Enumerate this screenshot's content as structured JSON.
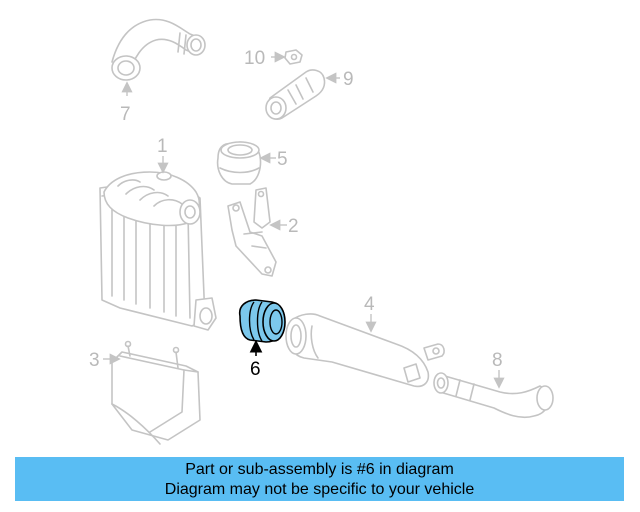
{
  "callouts": [
    "1",
    "2",
    "3",
    "4",
    "5",
    "6",
    "7",
    "8",
    "9",
    "10"
  ],
  "highlighted_part": "6",
  "highlight_color": "#7cc8ec",
  "banner": {
    "line1": "Part or sub-assembly is #6 in diagram",
    "line2": "Diagram may not be specific to your vehicle",
    "background": "#59bdf3"
  }
}
